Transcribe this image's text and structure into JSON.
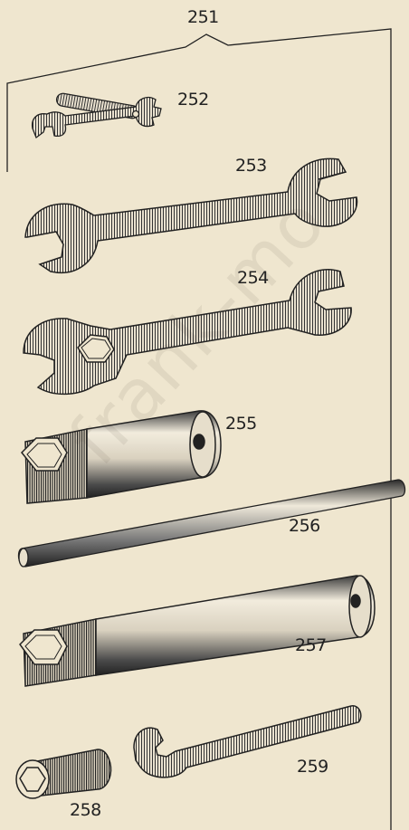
{
  "labels": {
    "n251": "251",
    "n252": "252",
    "n253": "253",
    "n254": "254",
    "n255": "255",
    "n256": "256",
    "n257": "257",
    "n258": "258",
    "n259": "259"
  },
  "watermark": "frank-mo",
  "colors": {
    "paper": "#efe6cf",
    "ink": "#222222",
    "metal": "#e4dccb"
  }
}
